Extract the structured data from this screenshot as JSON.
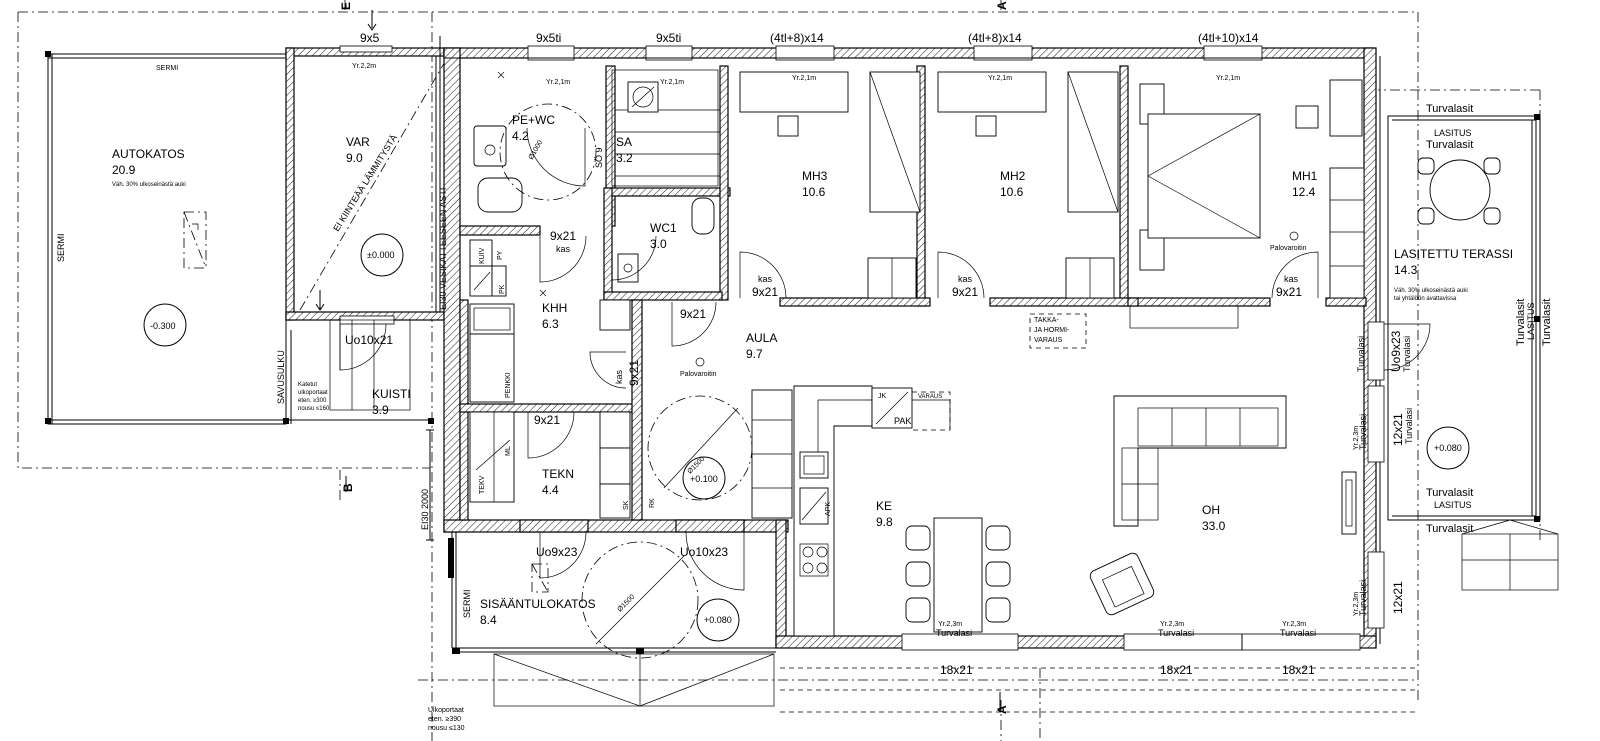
{
  "rooms": [
    {
      "name": "AUTOKATOS",
      "area": "20.9",
      "note": "Väh. 30% ulkoseinästä auki"
    },
    {
      "name": "VAR",
      "area": "9.0"
    },
    {
      "name": "PE+WC",
      "area": "4.2"
    },
    {
      "name": "SA",
      "area": "3.2"
    },
    {
      "name": "WC1",
      "area": "3.0"
    },
    {
      "name": "MH3",
      "area": "10.6"
    },
    {
      "name": "MH2",
      "area": "10.6"
    },
    {
      "name": "MH1",
      "area": "12.4"
    },
    {
      "name": "KHH",
      "area": "6.3"
    },
    {
      "name": "AULA",
      "area": "9.7"
    },
    {
      "name": "KUISTI",
      "area": "3.9"
    },
    {
      "name": "TEKN",
      "area": "4.4"
    },
    {
      "name": "KE",
      "area": "9.8"
    },
    {
      "name": "OH",
      "area": "33.0"
    },
    {
      "name": "SISÄÄNTULOKATOS",
      "area": "8.4"
    },
    {
      "name": "LASITETTU TERASSI",
      "area": "14.3",
      "note1": "Väh. 30% ulkoseinästä auki",
      "note2": "tai yhtälöön avattavissa"
    }
  ],
  "windows_top": [
    "9x5",
    "9x5ti",
    "9x5ti",
    "(4tl+8)x14",
    "(4tl+8)x14",
    "(4tl+10)x14"
  ],
  "windows_bottom": [
    "18x21",
    "18x21",
    "18x21"
  ],
  "doors": {
    "d_pewc": "9x21",
    "d_pewc_kas": "kas",
    "d_mh3_kas": "kas",
    "d_mh3": "9x21",
    "d_mh2_kas": "kas",
    "d_mh2": "9x21",
    "d_mh1_kas": "kas",
    "d_mh1": "9x21",
    "d_aula": "9x21",
    "d_khh_kas": "kas",
    "d_khh": "9x21",
    "d_tekn": "9x21",
    "d_kuisti": "Uo10x21",
    "d_entry1": "Uo9x23",
    "d_entry2": "Uo10x23",
    "d_terrace": "Uo9x23",
    "d_oh1": "12x21",
    "d_oh2": "12x21"
  },
  "labels": {
    "serm": "SERMI",
    "yr22": "Yr.2,2m",
    "yr21": "Yr.2,1m",
    "yr23": "Yr.2,3m",
    "turvalasi": "Turvalasi",
    "turvalasit": "Turvalasit",
    "lasitus": "LASITUS",
    "ei_kanteaa": "EI KIINTEÄÄ LÄMMITYSTÄ",
    "ei30": "EI30 VESIKATTEESEEN ASTI",
    "ei30_2000": "EI30 2000",
    "savusulku": "SAVUSULKU",
    "katetut1": "Katetut",
    "katetut2": "ulkoportaat",
    "katetut3": "eten. ≥300",
    "katetut4": "nousu ≤160",
    "ulko1": "Ulkoportaat",
    "ulko2": "eten. ≥390",
    "ulko3": "nousu ≤130",
    "level_var": "±0.000",
    "level_auto": "-0.300",
    "level_aula": "+0.100",
    "level_entry": "+0.080",
    "level_terrace": "+0.080",
    "palovaroitin": "Palovaroitin",
    "takka1": "TAKKA-",
    "takka2": "JA HORMI-",
    "takka3": "VARAUS",
    "so": "SÖ 9",
    "d1500": "Ø1500",
    "d1000": "Ø1000",
    "kuiv": "KUIV",
    "py": "PY",
    "pk": "PK",
    "penkki": "PENKKI",
    "ml": "ML",
    "tekv": "TEKV",
    "sk": "SK",
    "rk": "RK",
    "jk": "JK",
    "varaus": "VARAUS",
    "pak": "PAK",
    "apk": "APK",
    "sec_a": "A",
    "sec_b": "B",
    "sec_e": "E"
  }
}
